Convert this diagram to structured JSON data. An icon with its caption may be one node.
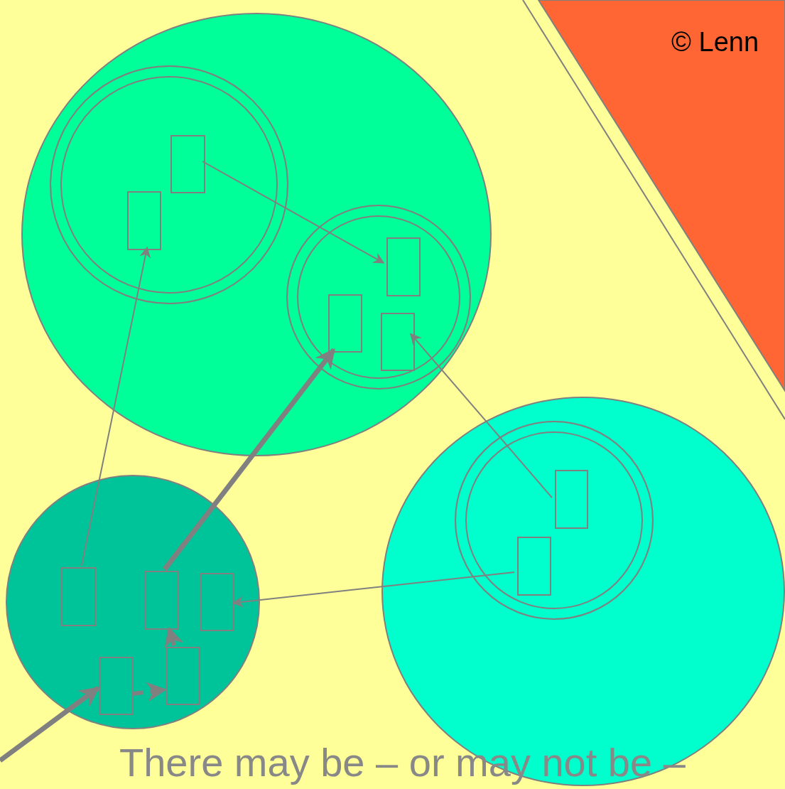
{
  "diagram": {
    "nodes": [
      {
        "text": [],
        "shape": "circle"
      },
      {
        "text": [],
        "shape": "circle",
        "in": 0
      },
      {
        "text": [],
        "shape": "box",
        "in": 1
      },
      {
        "text": [],
        "shape": "box",
        "in": 1
      },
      {
        "text": [],
        "shape": "circle",
        "in": 0
      },
      {
        "text": [],
        "shape": "box",
        "in": 4
      },
      {
        "text": [],
        "shape": "box",
        "in": 4
      },
      {
        "text": [],
        "shape": "box",
        "in": 4
      },
      {
        "text": [
          "© Lenn"
        ]
      },
      {
        "text": [],
        "shape": "circle"
      },
      {
        "text": [],
        "shape": "circle",
        "in": 9
      },
      {
        "text": [],
        "shape": "box",
        "in": 10
      },
      {
        "text": [],
        "shape": "box",
        "in": 10
      },
      {
        "text": [],
        "shape": "circle"
      },
      {
        "text": [],
        "shape": "box",
        "in": 13
      },
      {
        "text": [],
        "shape": "box",
        "in": 13
      },
      {
        "text": [],
        "shape": "box",
        "in": 13
      },
      {
        "text": [],
        "shape": "box",
        "in": 13
      },
      {
        "text": [],
        "shape": "box",
        "in": 13
      }
    ],
    "edges": [
      {
        "from": 3,
        "to": 7,
        "arrow": "to"
      },
      {
        "from": 14,
        "to": 2,
        "arrow": "to"
      },
      {
        "from": 12,
        "to": 6,
        "arrow": "to"
      },
      {
        "from": 11,
        "to": 18,
        "arrow": "to"
      },
      {
        "from": 16,
        "to": 5,
        "arrow": "to",
        "style": "thick"
      },
      {
        "from": null,
        "to": 15,
        "arrow": "to",
        "style": "thick"
      },
      {
        "from": 15,
        "to": 17,
        "arrow": "to",
        "style": "dashed"
      },
      {
        "from": 17,
        "to": 16,
        "arrow": "to",
        "style": "dashed"
      }
    ],
    "labels": [
      "There may be – or may not be –"
    ]
  }
}
